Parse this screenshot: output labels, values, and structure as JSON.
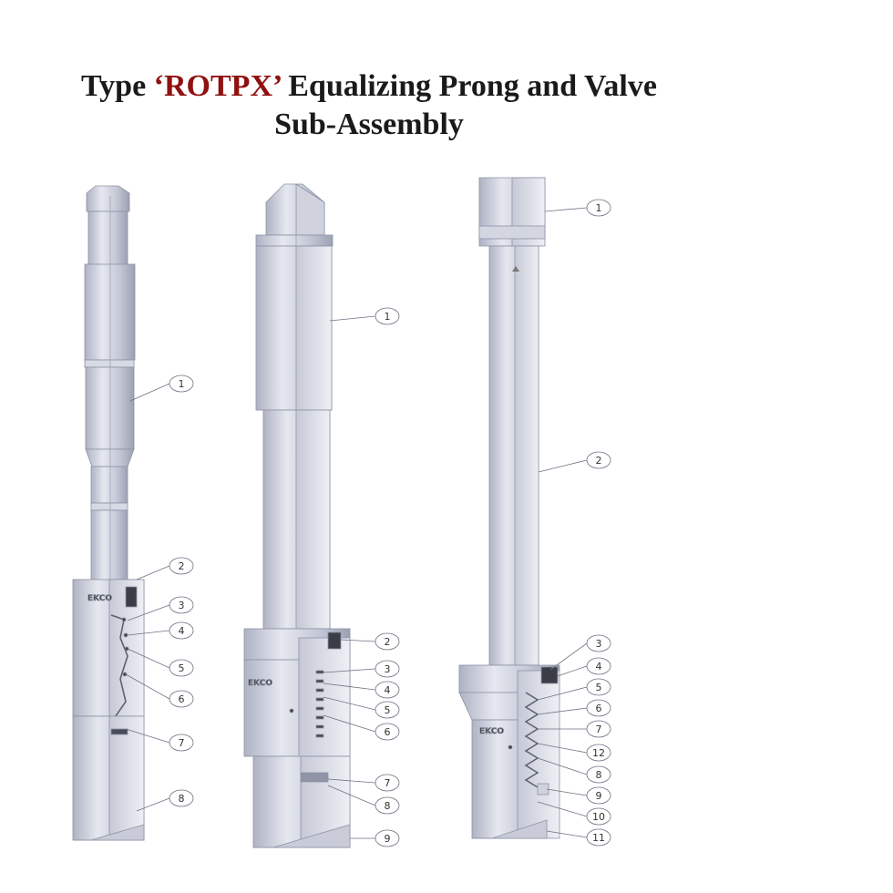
{
  "title": {
    "prefix": "Type ",
    "accent": "‘ROTPX’",
    "suffix": " Equalizing Prong and Valve",
    "line2": "Sub-Assembly"
  },
  "colors": {
    "accent": "#8f1010",
    "metal_light": "#dde0ea",
    "metal_mid": "#b9bdcc",
    "metal_dark": "#9da2b4"
  },
  "assemblies": [
    {
      "name": "left",
      "brand": "EKCO",
      "callouts": [
        "1",
        "2",
        "3",
        "4",
        "5",
        "6",
        "7",
        "8"
      ]
    },
    {
      "name": "middle",
      "brand": "EKCO",
      "callouts": [
        "1",
        "2",
        "3",
        "4",
        "5",
        "6",
        "7",
        "8",
        "9"
      ]
    },
    {
      "name": "right",
      "brand": "EKCO",
      "callouts": [
        "1",
        "2",
        "3",
        "4",
        "5",
        "6",
        "7",
        "12",
        "8",
        "9",
        "10",
        "11"
      ]
    }
  ]
}
